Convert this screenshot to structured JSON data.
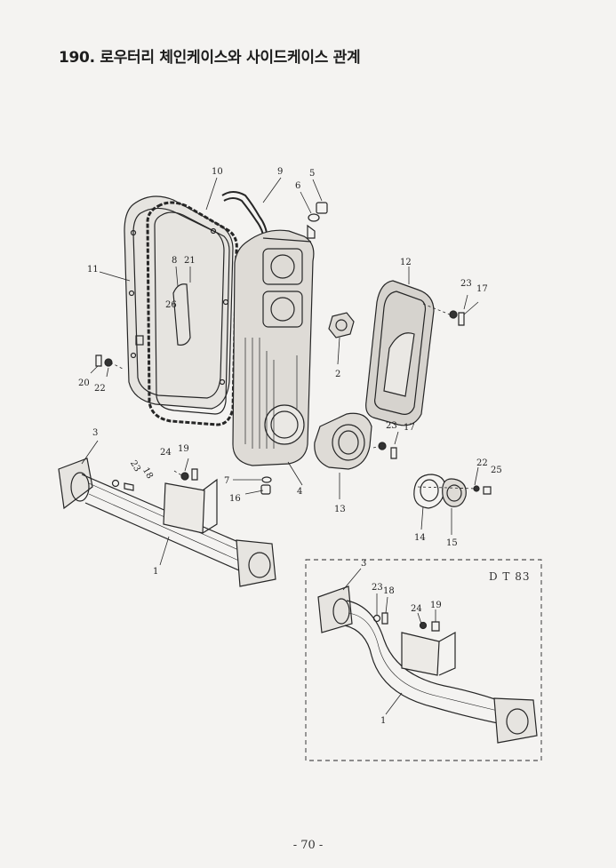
{
  "page": {
    "title": "190. 로우터리 체인케이스와 사이드케이스 관계",
    "page_number": "- 70 -"
  },
  "inset": {
    "label": "D T 83"
  },
  "callouts": {
    "c10": "10",
    "c9": "9",
    "c5": "5",
    "c6": "6",
    "c11": "11",
    "c8": "8",
    "c21": "21",
    "c26": "26",
    "c20": "20",
    "c22a": "22",
    "c12": "12",
    "c23a": "23",
    "c17a": "17",
    "c2": "2",
    "c3a": "3",
    "c24a": "24",
    "c19a": "19",
    "c23b": "23",
    "c18a": "18",
    "c7": "7",
    "c16": "16",
    "c4": "4",
    "c23c": "23",
    "c17b": "17",
    "c13": "13",
    "c22b": "22",
    "c25": "25",
    "c14": "14",
    "c15": "15",
    "c1a": "1",
    "c3b": "3",
    "c23d": "23",
    "c18b": "18",
    "c24b": "24",
    "c19b": "19",
    "c1b": "1"
  }
}
